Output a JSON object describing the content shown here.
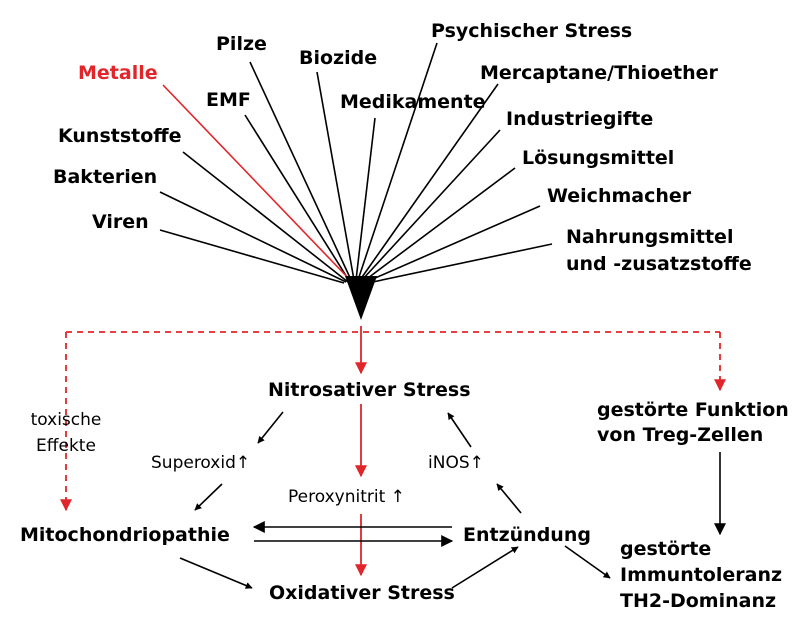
{
  "colors": {
    "red": "#e0262b",
    "black": "#000000",
    "background": "#ffffff"
  },
  "factors": {
    "metalle": "Metalle",
    "pilze": "Pilze",
    "biozide": "Biozide",
    "psychischer_stress": "Psychischer Stress",
    "mercaptane": "Mercaptane/Thioether",
    "emf": "EMF",
    "medikamente": "Medikamente",
    "kunststoffe": "Kunststoffe",
    "industriegifte": "Industriegifte",
    "bakterien": "Bakterien",
    "loesungsmittel": "Lösungsmittel",
    "weichmacher": "Weichmacher",
    "viren": "Viren",
    "nahrungsmittel_line1": "Nahrungsmittel",
    "nahrungsmittel_line2": "und -zusatzstoffe"
  },
  "nodes": {
    "nitrosativer_stress": "Nitrosativer Stress",
    "toxische_line1": "toxische",
    "toxische_line2": "Effekte",
    "treg_line1": "gestörte Funktion",
    "treg_line2": "von Treg-Zellen",
    "superoxid": "Superoxid↑",
    "inos": "iNOS↑",
    "peroxynitrit": "Peroxynitrit ↑",
    "mitochondriopathie": "Mitochondriopathie",
    "entzuendung": "Entzündung",
    "oxidativer_stress": "Oxidativer Stress",
    "immun_line1": "gestörte",
    "immun_line2": "Immuntoleranz",
    "immun_line3": "TH2-Dominanz"
  }
}
